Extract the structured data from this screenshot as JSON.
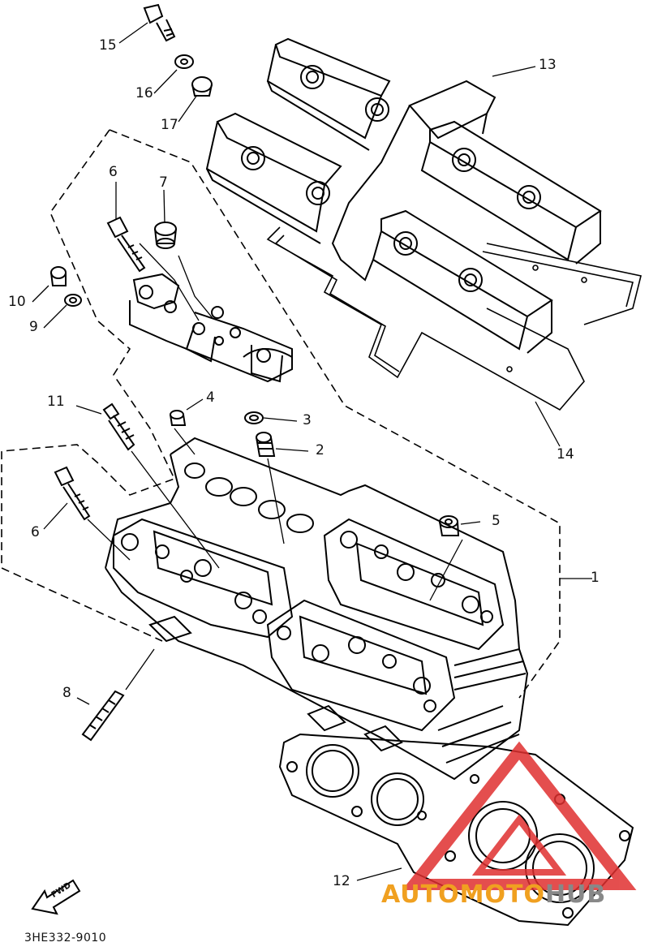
{
  "diagram": {
    "drawing_code": "3HE332-9010",
    "direction_label": "FWD",
    "callouts": [
      {
        "id": "c1",
        "text": "1"
      },
      {
        "id": "c2",
        "text": "2"
      },
      {
        "id": "c3",
        "text": "3"
      },
      {
        "id": "c4",
        "text": "4"
      },
      {
        "id": "c5",
        "text": "5"
      },
      {
        "id": "c6a",
        "text": "6"
      },
      {
        "id": "c6b",
        "text": "6"
      },
      {
        "id": "c7",
        "text": "7"
      },
      {
        "id": "c8",
        "text": "8"
      },
      {
        "id": "c9",
        "text": "9"
      },
      {
        "id": "c10",
        "text": "10"
      },
      {
        "id": "c11",
        "text": "11"
      },
      {
        "id": "c12",
        "text": "12"
      },
      {
        "id": "c13",
        "text": "13"
      },
      {
        "id": "c14",
        "text": "14"
      },
      {
        "id": "c15",
        "text": "15"
      },
      {
        "id": "c16",
        "text": "16"
      },
      {
        "id": "c17",
        "text": "17"
      }
    ]
  },
  "watermark": {
    "text_part1": "AUTOMOTO",
    "text_part2": "HUB",
    "color_primary": "#f0a020",
    "color_logo": "#e03030"
  }
}
